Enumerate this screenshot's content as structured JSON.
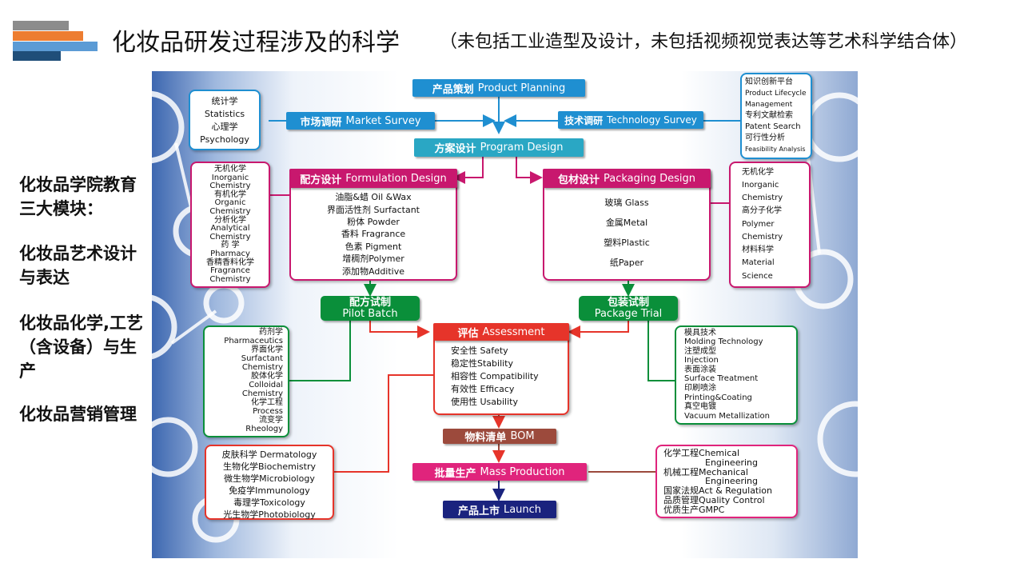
{
  "header": {
    "title": "化妆品研发过程涉及的科学",
    "subtitle": "（未包括工业造型及设计，未包括视频视觉表达等艺术科学结合体）"
  },
  "colors": {
    "bar_gray": "#8c8c8c",
    "bar_orange": "#ed7d31",
    "bar_blue": "#5b9bd5",
    "bar_navy": "#1f4e79",
    "blue": "#1f8fd1",
    "teal": "#2aa7c4",
    "magenta": "#c8186e",
    "green": "#0a8f3a",
    "red": "#e6342a",
    "brown": "#9c4a3c",
    "pink": "#e0247c",
    "navy": "#1a237e"
  },
  "left_items": [
    "化妆品学院教育三大模块：",
    "化妆品艺术设计与表达",
    "化妆品化学,工艺（含设备）与生产",
    "化妆品营销管理"
  ],
  "diagram": {
    "product_planning": {
      "cn": "产品策划",
      "en": "Product Planning"
    },
    "market_survey": {
      "cn": "市场调研",
      "en": "Market Survey"
    },
    "technology_survey": {
      "cn": "技术调研",
      "en": "Technology Survey"
    },
    "program_design": {
      "cn": "方案设计",
      "en": "Program Design"
    },
    "formulation_design": {
      "cn": "配方设计",
      "en": "Formulation Design"
    },
    "packaging_design": {
      "cn": "包材设计",
      "en": "Packaging Design"
    },
    "pilot_batch": {
      "cn": "配方试制",
      "en": "Pilot Batch"
    },
    "package_trial": {
      "cn": "包装试制",
      "en": "Package Trial"
    },
    "assessment": {
      "cn": "评估",
      "en": "Assessment"
    },
    "bom": {
      "cn": "物料清单",
      "en": "BOM"
    },
    "mass_production": {
      "cn": "批量生产",
      "en": "Mass Production"
    },
    "launch": {
      "cn": "产品上市",
      "en": "Launch"
    },
    "market_box": [
      "统计学",
      "Statistics",
      "心理学",
      "Psychology"
    ],
    "tech_box": [
      "知识创新平台",
      "Product Lifecycle",
      "Management",
      "专利文献检索",
      "Patent Search",
      "可行性分析",
      "Feasibility Analysis"
    ],
    "formulation_sci": [
      "无机化学",
      "Inorganic",
      "Chemistry",
      "有机化学",
      "Organic",
      "Chemistry",
      "分析化学",
      "Analytical",
      "Chemistry",
      "药 学",
      "Pharmacy",
      "香精香料化学",
      "Fragrance",
      "Chemistry"
    ],
    "formulation_items": [
      "油脂&蜡 Oil &Wax",
      "界面活性剂 Surfactant",
      "粉体 Powder",
      "香料 Fragrance",
      "色素 Pigment",
      "增稠剂Polymer",
      "添加物Additive"
    ],
    "packaging_items": [
      "玻璃 Glass",
      "金属Metal",
      "塑料Plastic",
      "纸Paper"
    ],
    "packaging_sci": [
      "无机化学",
      "Inorganic",
      "Chemistry",
      "高分子化学",
      "Polymer",
      "Chemistry",
      "材料科学",
      "Material",
      "Science"
    ],
    "pilot_sci": [
      "药剂学",
      "Pharmaceutics",
      "界面化学",
      "Surfactant",
      "Chemistry",
      "胶体化学",
      "Colloidal",
      "Chemistry",
      "化学工程",
      "Process",
      "流变学",
      "Rheology"
    ],
    "assessment_items": [
      "安全性 Safety",
      "稳定性Stability",
      "相容性 Compatibility",
      "有效性 Efficacy",
      "使用性 Usability"
    ],
    "package_sci": [
      "模具技术",
      "Molding Technology",
      "注塑成型",
      "Injection",
      "表面涂装",
      "Surface Treatment",
      "印刷喷涂",
      "Printing&Coating",
      "真空电镀",
      "Vacuum Metallization"
    ],
    "bio_sci": [
      "皮肤科学 Dermatology",
      "生物化学Biochemistry",
      "微生物学Microbiology",
      "免疫学Immunology",
      "毒理学Toxicology",
      "光生物学Photobiology"
    ],
    "eng_sci": [
      "化学工程Chemical",
      "Engineering",
      "机械工程Mechanical",
      "Engineering",
      "国家法规Act & Regulation",
      "品质管理Quality Control",
      "优质生产GMPC"
    ]
  }
}
